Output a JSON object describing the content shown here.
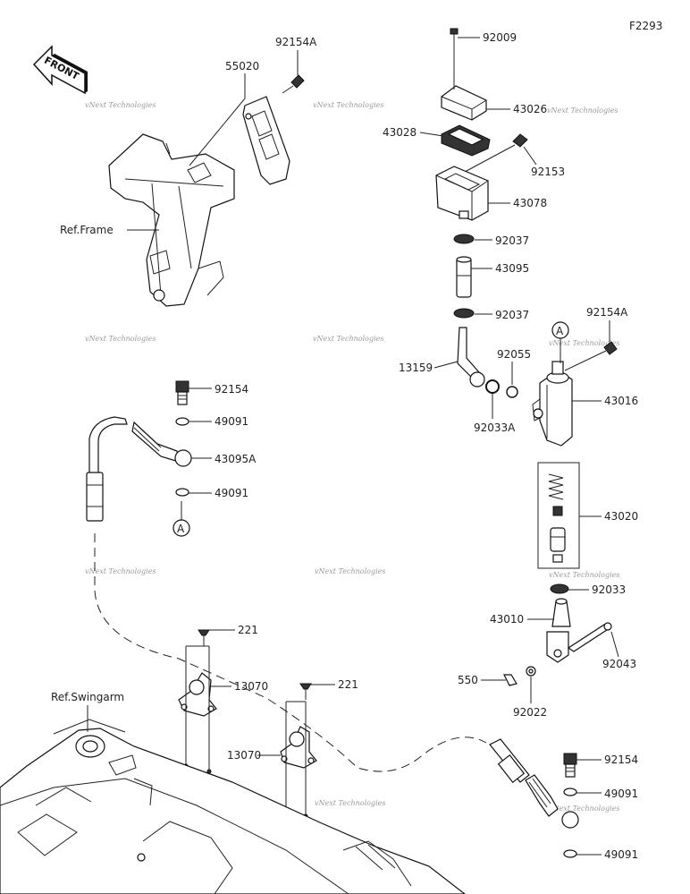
{
  "figure_code": "F2293",
  "front_badge": "FRONT",
  "watermark": "vNext Technologies",
  "callouts": {
    "c92154a_top": "92154A",
    "c55020": "55020",
    "c92009": "92009",
    "c43026": "43026",
    "c43028": "43028",
    "c92153": "92153",
    "c43078": "43078",
    "c92037_a": "92037",
    "c43095": "43095",
    "c92037_b": "92037",
    "c92154a_mid": "92154A",
    "c92055": "92055",
    "c13159": "13159",
    "c43016": "43016",
    "c92033a": "92033A",
    "c92154_left": "92154",
    "c49091_l1": "49091",
    "c43095a": "43095A",
    "c49091_l2": "49091",
    "c43020": "43020",
    "c92033": "92033",
    "c43010": "43010",
    "c92043": "92043",
    "c550": "550",
    "c92022": "92022",
    "c221_a": "221",
    "c13070_a": "13070",
    "c221_b": "221",
    "c13070_b": "13070",
    "c92154_right": "92154",
    "c49091_r1": "49091",
    "c49091_r2": "49091"
  },
  "refs": {
    "frame": "Ref.Frame",
    "swingarm": "Ref.Swingarm"
  },
  "markers": {
    "a_top": "A",
    "a_left": "A"
  }
}
